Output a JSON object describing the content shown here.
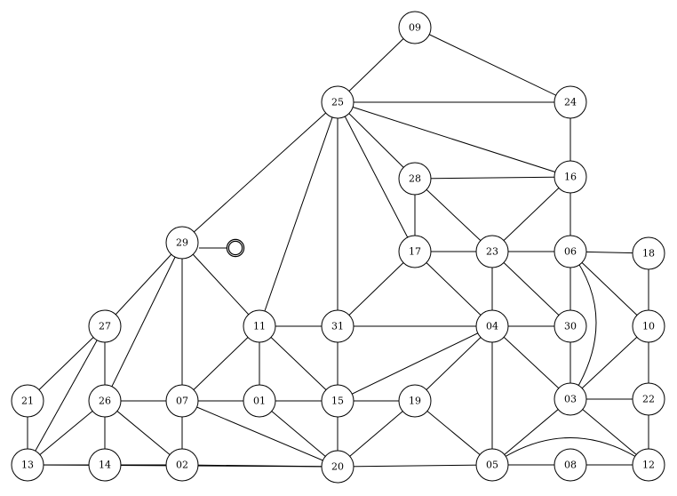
{
  "nodes": [
    {
      "id": "09"
    },
    {
      "id": "25"
    },
    {
      "id": "24"
    },
    {
      "id": "28"
    },
    {
      "id": "16"
    },
    {
      "id": "29"
    },
    {
      "id": "17"
    },
    {
      "id": "23"
    },
    {
      "id": "06"
    },
    {
      "id": "18"
    },
    {
      "id": "27"
    },
    {
      "id": "11"
    },
    {
      "id": "31"
    },
    {
      "id": "04"
    },
    {
      "id": "30"
    },
    {
      "id": "10"
    },
    {
      "id": "21"
    },
    {
      "id": "26"
    },
    {
      "id": "07"
    },
    {
      "id": "01"
    },
    {
      "id": "15"
    },
    {
      "id": "19"
    },
    {
      "id": "03"
    },
    {
      "id": "22"
    },
    {
      "id": "13"
    },
    {
      "id": "14"
    },
    {
      "id": "02"
    },
    {
      "id": "20"
    },
    {
      "id": "05"
    },
    {
      "id": "08"
    },
    {
      "id": "12"
    }
  ],
  "edges": [
    [
      "09",
      "25"
    ],
    [
      "09",
      "24"
    ],
    [
      "25",
      "24"
    ],
    [
      "25",
      "16"
    ],
    [
      "25",
      "28"
    ],
    [
      "25",
      "17"
    ],
    [
      "25",
      "31"
    ],
    [
      "25",
      "11"
    ],
    [
      "25",
      "29"
    ],
    [
      "24",
      "16"
    ],
    [
      "28",
      "16"
    ],
    [
      "28",
      "17"
    ],
    [
      "28",
      "23"
    ],
    [
      "16",
      "23"
    ],
    [
      "16",
      "06"
    ],
    [
      "17",
      "23"
    ],
    [
      "17",
      "31"
    ],
    [
      "17",
      "04"
    ],
    [
      "23",
      "06"
    ],
    [
      "23",
      "04"
    ],
    [
      "23",
      "30"
    ],
    [
      "06",
      "18"
    ],
    [
      "06",
      "30"
    ],
    [
      "06",
      "10"
    ],
    [
      "18",
      "10"
    ],
    [
      "29",
      "27"
    ],
    [
      "29",
      "26"
    ],
    [
      "29",
      "07"
    ],
    [
      "29",
      "11"
    ],
    [
      "27",
      "21"
    ],
    [
      "27",
      "26"
    ],
    [
      "27",
      "13"
    ],
    [
      "11",
      "31"
    ],
    [
      "11",
      "07"
    ],
    [
      "11",
      "01"
    ],
    [
      "11",
      "15"
    ],
    [
      "31",
      "04"
    ],
    [
      "31",
      "15"
    ],
    [
      "04",
      "30"
    ],
    [
      "04",
      "15"
    ],
    [
      "04",
      "19"
    ],
    [
      "04",
      "03"
    ],
    [
      "04",
      "05"
    ],
    [
      "30",
      "03"
    ],
    [
      "10",
      "03"
    ],
    [
      "10",
      "22"
    ],
    [
      "21",
      "13"
    ],
    [
      "26",
      "07"
    ],
    [
      "26",
      "13"
    ],
    [
      "26",
      "14"
    ],
    [
      "26",
      "02"
    ],
    [
      "07",
      "01"
    ],
    [
      "07",
      "02"
    ],
    [
      "07",
      "20"
    ],
    [
      "01",
      "15"
    ],
    [
      "01",
      "20"
    ],
    [
      "15",
      "19"
    ],
    [
      "15",
      "20"
    ],
    [
      "19",
      "20"
    ],
    [
      "19",
      "05"
    ],
    [
      "03",
      "22"
    ],
    [
      "03",
      "05"
    ],
    [
      "03",
      "12"
    ],
    [
      "22",
      "12"
    ],
    [
      "13",
      "14"
    ],
    [
      "13",
      "20"
    ],
    [
      "14",
      "02"
    ],
    [
      "02",
      "20"
    ],
    [
      "20",
      "05"
    ],
    [
      "05",
      "08"
    ],
    [
      "08",
      "12"
    ]
  ],
  "curved_edges": [
    [
      "06",
      "03"
    ],
    [
      "05",
      "12"
    ]
  ],
  "free_marker": {
    "icon": "ring-icon"
  }
}
